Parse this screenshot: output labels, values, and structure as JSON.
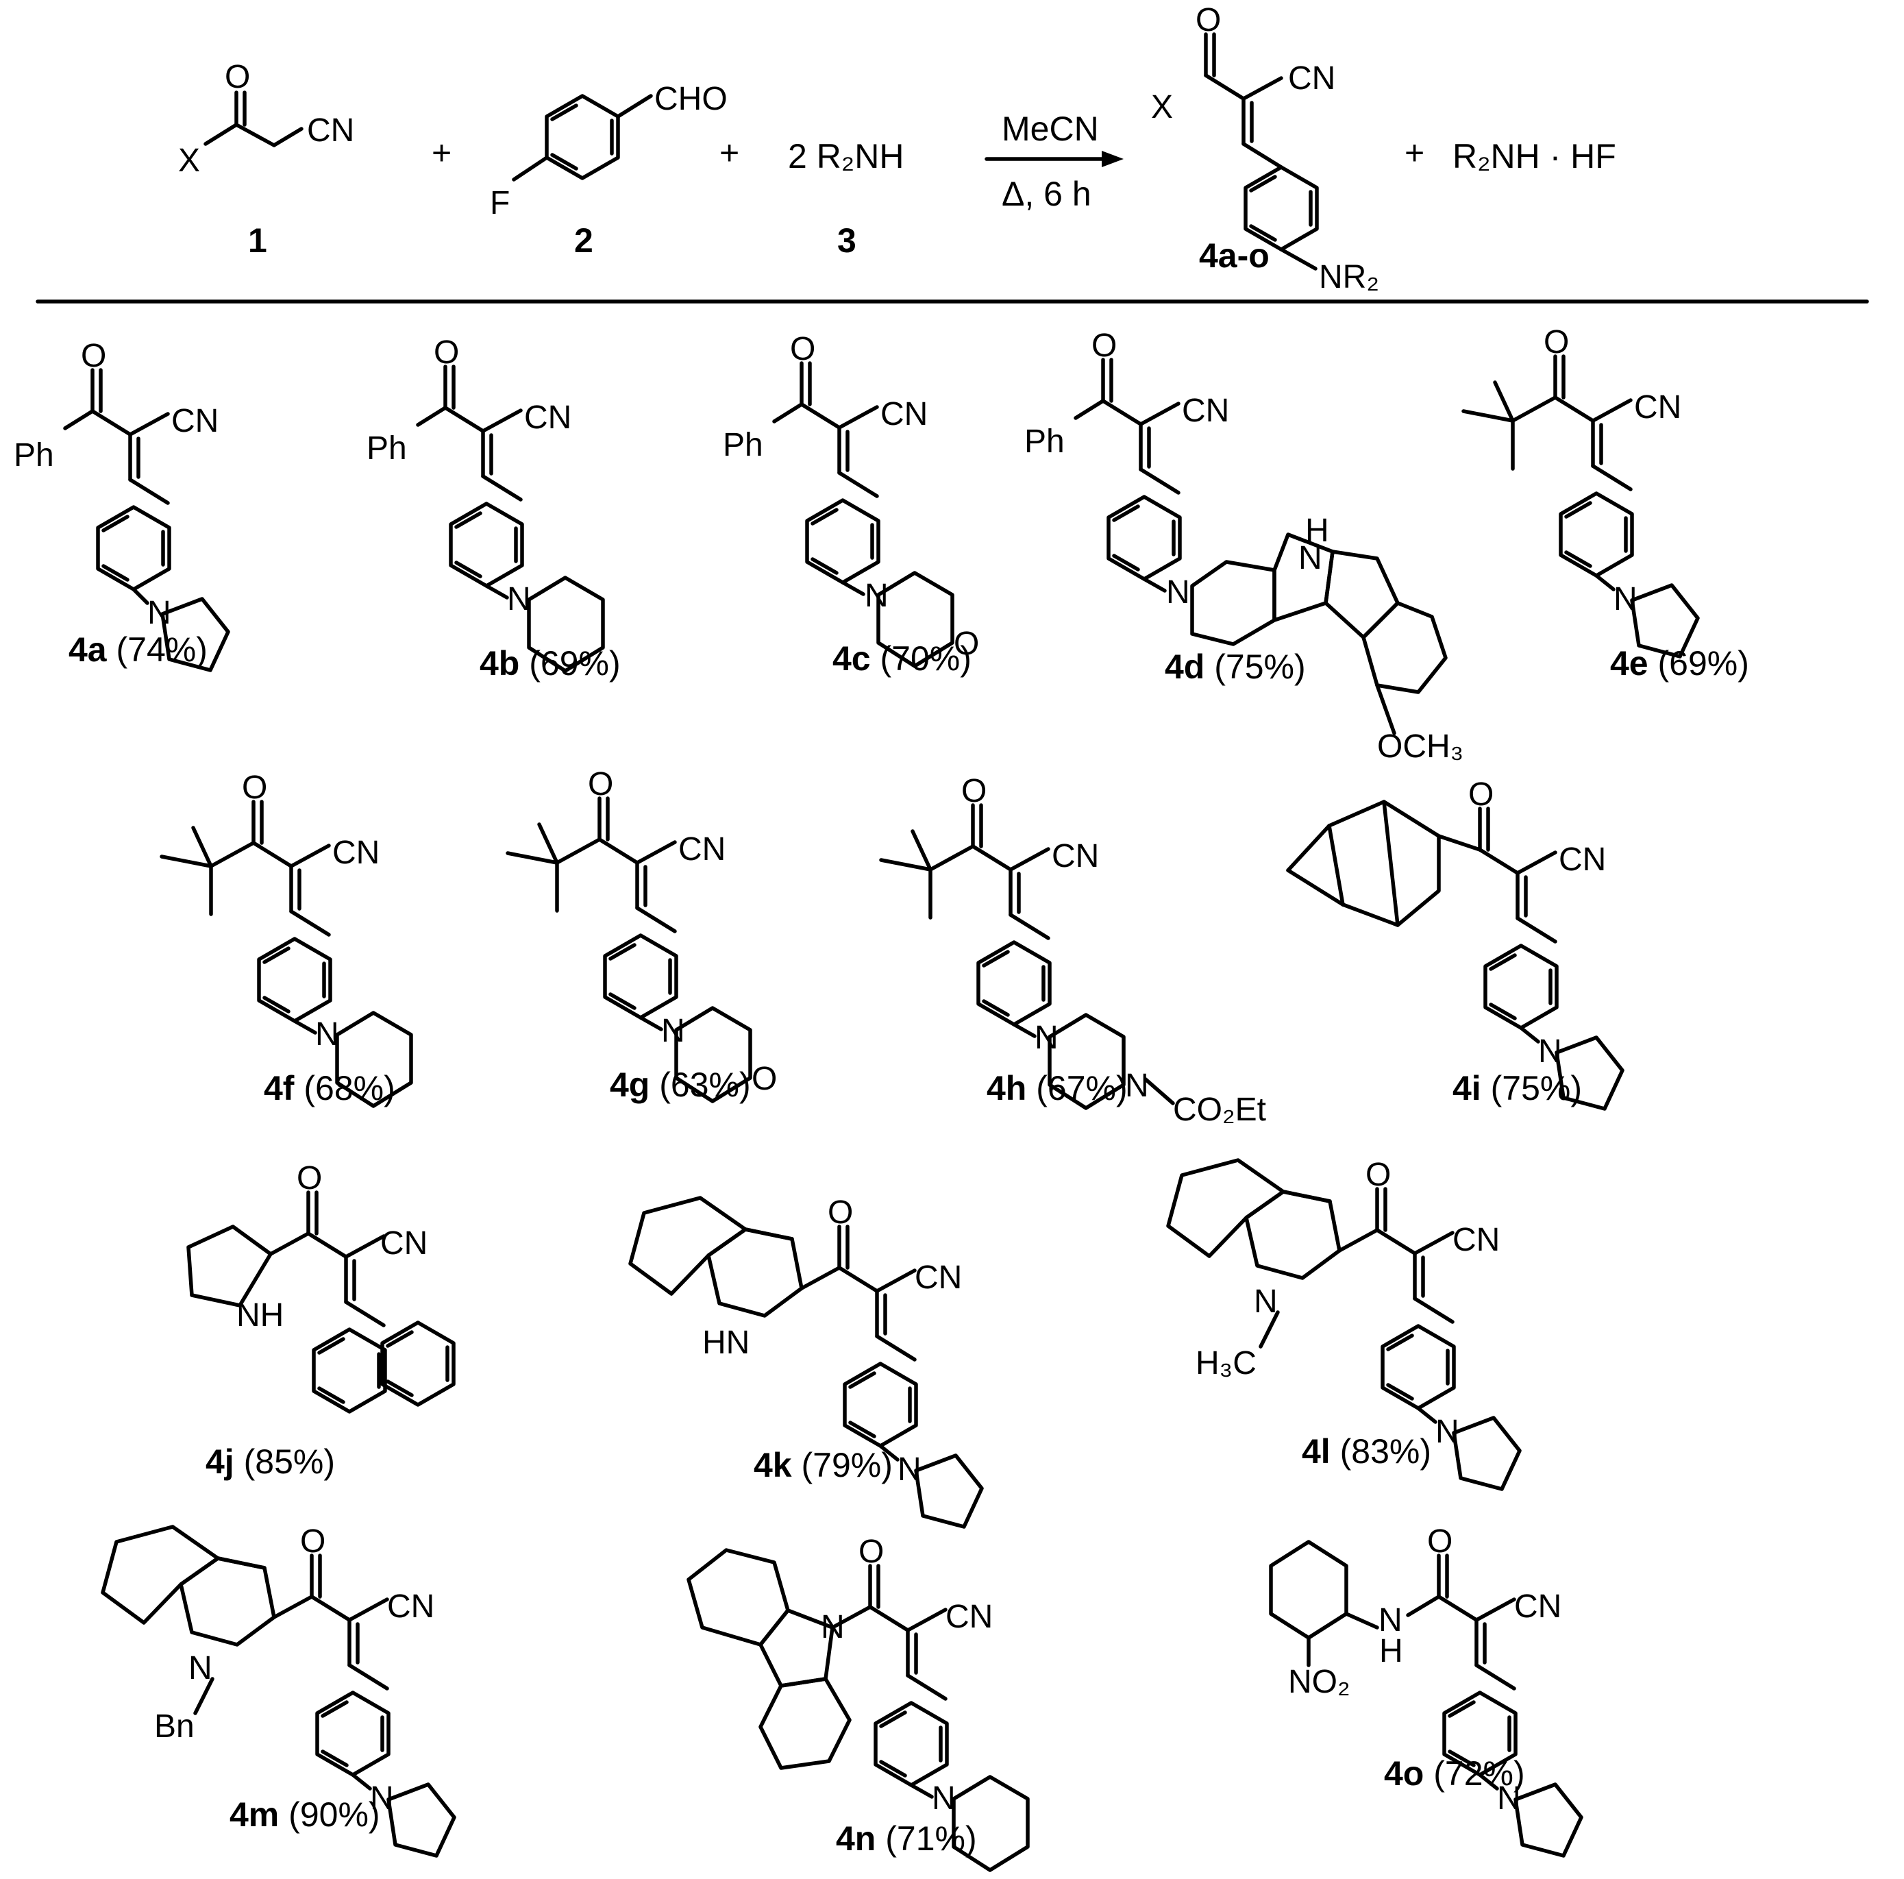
{
  "scheme": {
    "reagents": [
      {
        "id": "1"
      },
      {
        "id": "2"
      },
      {
        "id": "3",
        "formula": "2 R₂NH"
      }
    ],
    "plus": "+",
    "conditions": {
      "solvent": "MeCN",
      "temp_time": "Δ, 6 h"
    },
    "product": {
      "id": "4a-o"
    },
    "byproduct": "R₂NH · HF"
  },
  "atoms": {
    "O": "O",
    "CN": "CN",
    "X": "X",
    "F": "F",
    "CHO": "CHO",
    "N": "N",
    "Ph": "Ph",
    "NH": "NH",
    "HN": "HN",
    "H": "H",
    "Bn": "Bn",
    "NR2": "NR₂",
    "OCH3": "OCH₃",
    "CO2Et": "CO₂Et",
    "NO2": "NO₂",
    "H3C": "H₃C"
  },
  "compounds": [
    {
      "id": "4a",
      "yield": "(74%)"
    },
    {
      "id": "4b",
      "yield": "(69%)"
    },
    {
      "id": "4c",
      "yield": "(70%)"
    },
    {
      "id": "4d",
      "yield": "(75%)"
    },
    {
      "id": "4e",
      "yield": "(69%)"
    },
    {
      "id": "4f",
      "yield": "(68%)"
    },
    {
      "id": "4g",
      "yield": "(63%)"
    },
    {
      "id": "4h",
      "yield": "(67%)"
    },
    {
      "id": "4i",
      "yield": "(75%)"
    },
    {
      "id": "4j",
      "yield": "(85%)"
    },
    {
      "id": "4k",
      "yield": "(79%)"
    },
    {
      "id": "4l",
      "yield": "(83%)"
    },
    {
      "id": "4m",
      "yield": "(90%)"
    },
    {
      "id": "4n",
      "yield": "(71%)"
    },
    {
      "id": "4o",
      "yield": "(72%)"
    }
  ]
}
